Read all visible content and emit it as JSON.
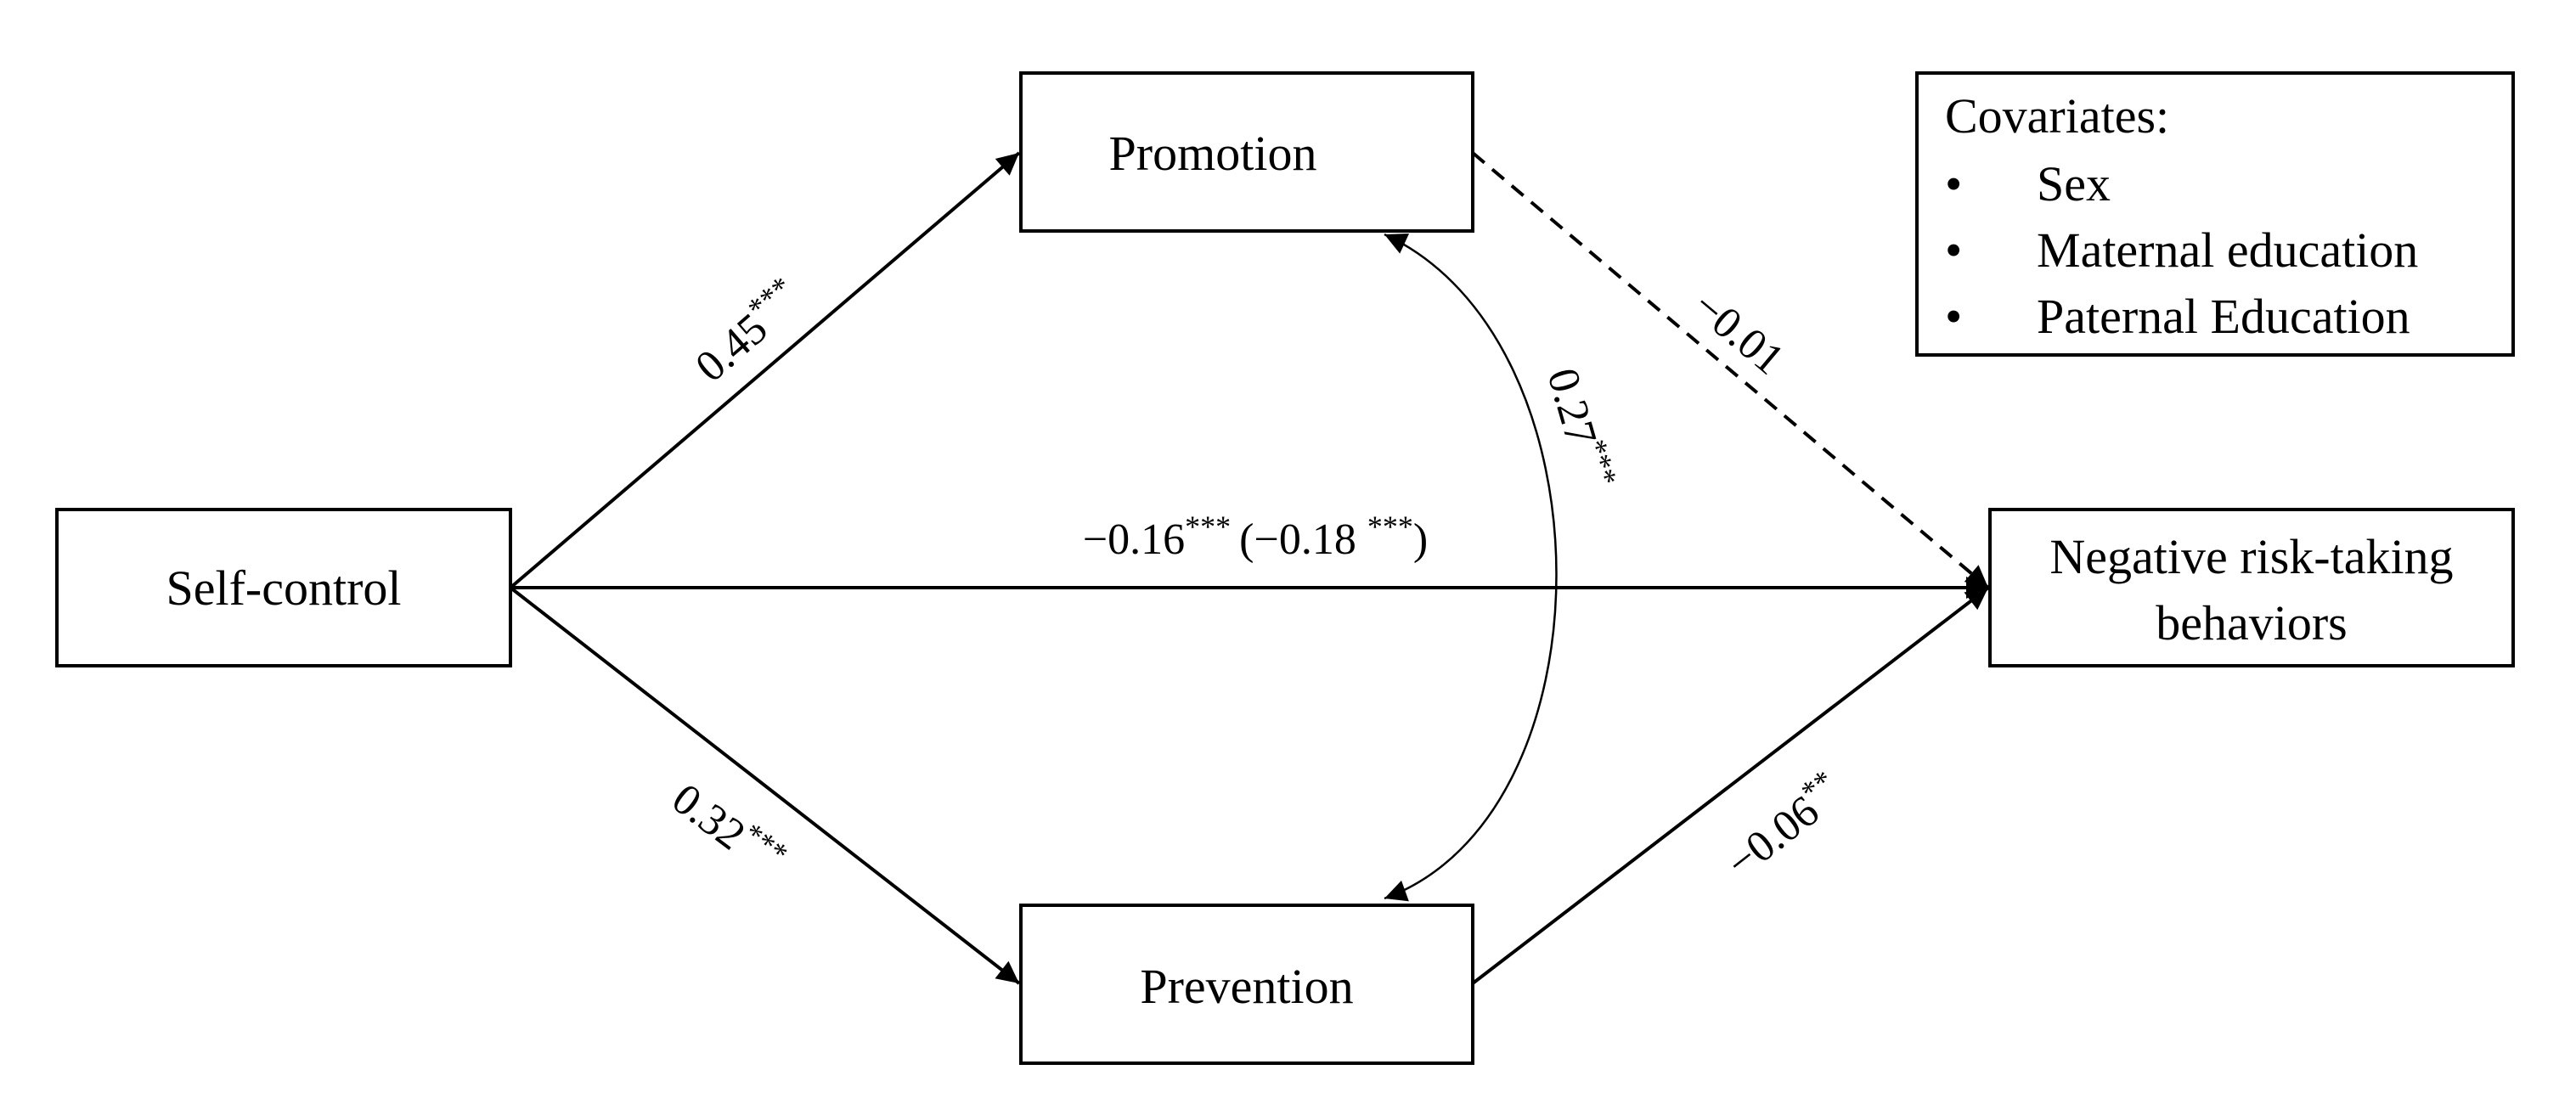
{
  "nodes": {
    "self_control": "Self-control",
    "promotion": "Promotion",
    "prevention": "Prevention",
    "outcome_line1": "Negative risk-taking",
    "outcome_line2": "behaviors"
  },
  "covariates": {
    "title": "Covariates:",
    "bullet": "•",
    "items": [
      "Sex",
      "Maternal education",
      "Paternal Education"
    ]
  },
  "paths": {
    "self_to_promotion": {
      "value": "0.45",
      "sig": "***"
    },
    "self_to_prevention": {
      "value": "0.32",
      "sig": "***"
    },
    "promotion_to_outcome": {
      "value": "−0.01",
      "sig": ""
    },
    "prevention_to_outcome": {
      "value": "−0.06",
      "sig": "**"
    },
    "promotion_prevention_cov": {
      "value": "0.27",
      "sig": "***"
    },
    "direct": {
      "value": "−0.16",
      "sig": "***",
      "total_value": "(−0.18 ",
      "total_sig": "***",
      "total_close": ")"
    }
  }
}
